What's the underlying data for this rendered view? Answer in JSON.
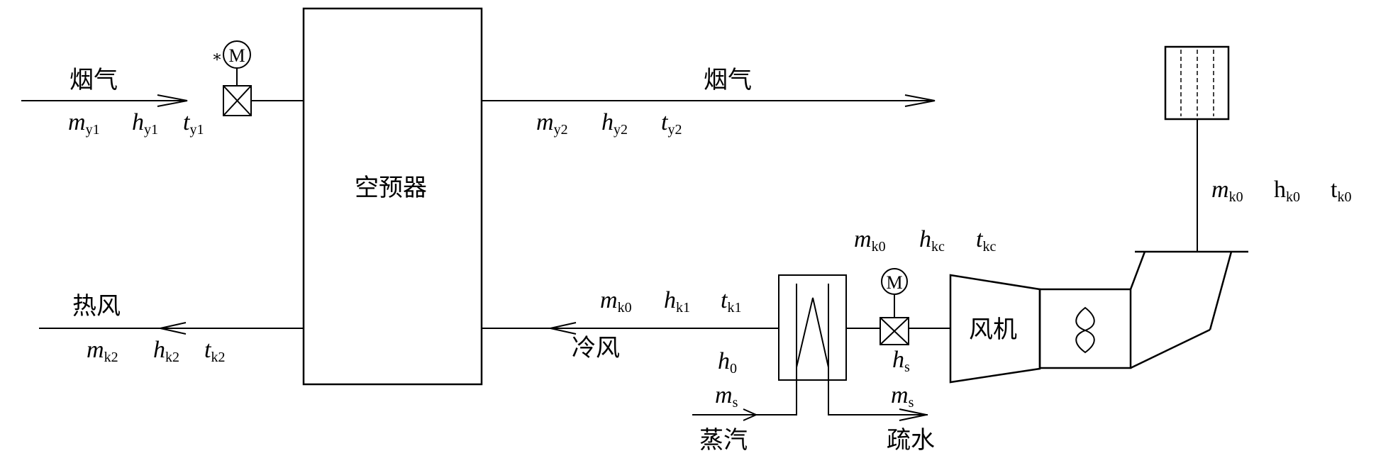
{
  "labels": {
    "flue_in": "烟气",
    "flue_out": "烟气",
    "air_preheater": "空预器",
    "hot_air": "热风",
    "cold_air": "冷风",
    "fan": "风机",
    "steam": "蒸汽",
    "drain": "疏水",
    "motor": "M",
    "star": "*"
  },
  "vars": {
    "my1": {
      "sym": "m",
      "sub": "y1"
    },
    "hy1": {
      "sym": "h",
      "sub": "y1"
    },
    "ty1": {
      "sym": "t",
      "sub": "y1"
    },
    "my2": {
      "sym": "m",
      "sub": "y2"
    },
    "hy2": {
      "sym": "h",
      "sub": "y2"
    },
    "ty2": {
      "sym": "t",
      "sub": "y2"
    },
    "mk2": {
      "sym": "m",
      "sub": "k2"
    },
    "hk2": {
      "sym": "h",
      "sub": "k2"
    },
    "tk2": {
      "sym": "t",
      "sub": "k2"
    },
    "mk0_cold": {
      "sym": "m",
      "sub": "k0"
    },
    "hk1": {
      "sym": "h",
      "sub": "k1"
    },
    "tk1": {
      "sym": "t",
      "sub": "k1"
    },
    "h0": {
      "sym": "h",
      "sub": "0"
    },
    "ms_in": {
      "sym": "m",
      "sub": "s"
    },
    "ms_out": {
      "sym": "m",
      "sub": "s"
    },
    "hs": {
      "sym": "h",
      "sub": "s"
    },
    "mk0_fan": {
      "sym": "m",
      "sub": "k0"
    },
    "hkc": {
      "sym": "h",
      "sub": "kc"
    },
    "tkc": {
      "sym": "t",
      "sub": "kc"
    },
    "mk0_in": {
      "sym": "m",
      "sub": "k0"
    },
    "hk0_in": {
      "sym": "h",
      "sub": "k0"
    },
    "tk0_in": {
      "sym": "t",
      "sub": "k0"
    }
  }
}
